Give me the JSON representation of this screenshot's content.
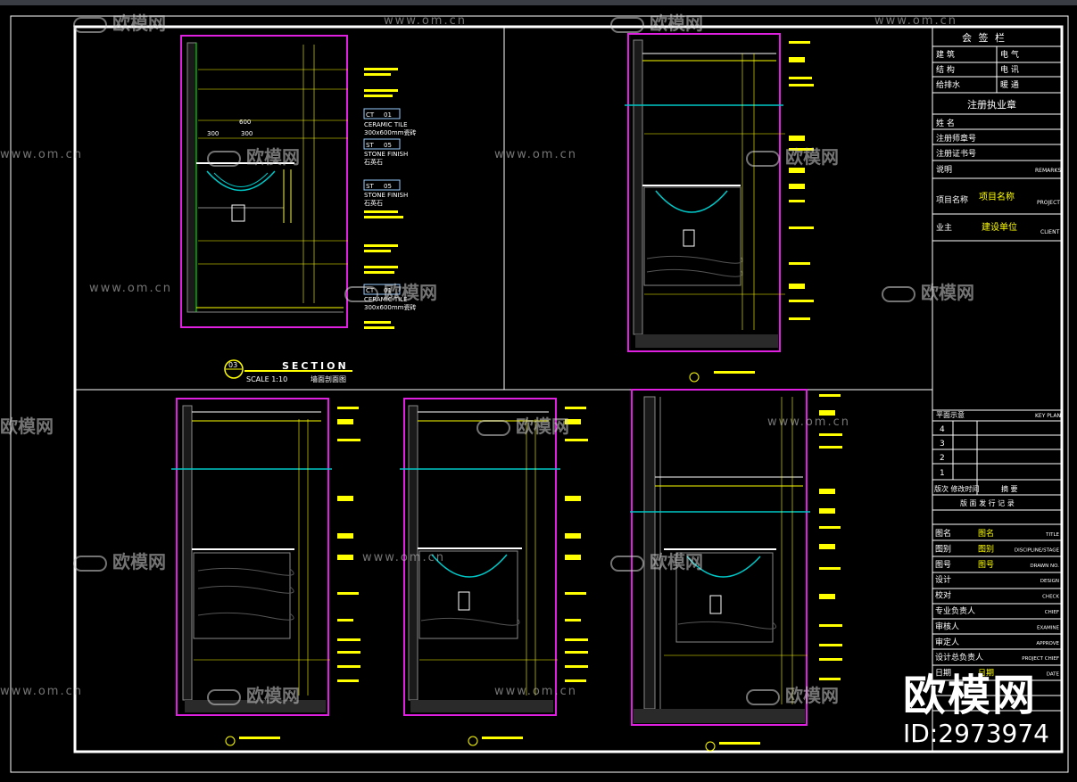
{
  "titleblock": {
    "countersign": "会  签  栏",
    "sign_rows": [
      [
        "建 筑",
        "电 气"
      ],
      [
        "结 构",
        "电 讯"
      ],
      [
        "给排水",
        "暖 通"
      ]
    ],
    "seal": "注册执业章",
    "seal_rows": [
      "姓   名",
      "注册师章号",
      "注册证书号"
    ],
    "remarks_cn": "说明",
    "remarks_en": "REMARKS",
    "project_label": "项目名称",
    "project_value": "项目名称",
    "project_en": "PROJECT",
    "client_label": "业主",
    "client_value": "建设单位",
    "client_en": "CLIENT",
    "keyplan_cn": "平面示意",
    "keyplan_en": "KEY PLAN",
    "revisions": [
      "4",
      "3",
      "2",
      "1"
    ],
    "rev_header_a": "版次 修改时间",
    "rev_header_b": "摘  要",
    "rev_record": "版 面 发 行 记 录",
    "rows": [
      {
        "cn": "图名",
        "val": "图名",
        "en": "TITLE"
      },
      {
        "cn": "图别",
        "val": "图别",
        "en": "DISCIPLINE/STAGE"
      },
      {
        "cn": "图号",
        "val": "图号",
        "en": "DRAWN NO."
      },
      {
        "cn": "设计",
        "val": "",
        "en": "DESIGN"
      },
      {
        "cn": "校对",
        "val": "",
        "en": "CHECK"
      },
      {
        "cn": "专业负责人",
        "val": "",
        "en": "CHIEF"
      },
      {
        "cn": "审核人",
        "val": "",
        "en": "EXAMINE"
      },
      {
        "cn": "审定人",
        "val": "",
        "en": "APPROVE"
      },
      {
        "cn": "设计总负责人",
        "val": "",
        "en": "PROJECT CHIEF"
      },
      {
        "cn": "日期",
        "val": "日期",
        "en": "DATE"
      }
    ]
  },
  "section": {
    "number": "03",
    "title": "SECTION",
    "scale": "SCALE 1:10",
    "name_cn": "墙面剖面图"
  },
  "callouts": [
    {
      "code": "CT",
      "num": "01",
      "text": "CERAMIC TILE",
      "sub": "300x600mm瓷砖"
    },
    {
      "code": "ST",
      "num": "05",
      "text": "STONE FINISH",
      "sub": "石英石"
    },
    {
      "code": "ST",
      "num": "05",
      "text": "STONE FINISH",
      "sub": "石英石"
    },
    {
      "code": "CT",
      "num": "01",
      "text": "CERAMIC TILE",
      "sub": "300x600mm瓷砖"
    }
  ],
  "dims": [
    "600",
    "300",
    "300"
  ],
  "watermark": {
    "url": "www.om.cn",
    "logo": "欧模网"
  },
  "brand": {
    "logo": "欧模网",
    "id": "ID:2973974"
  },
  "colors": {
    "frame": "#ffffff",
    "border": "#e020e0",
    "dim": "#ffff00",
    "pipe": "#00c8c8",
    "line": "#808080"
  }
}
